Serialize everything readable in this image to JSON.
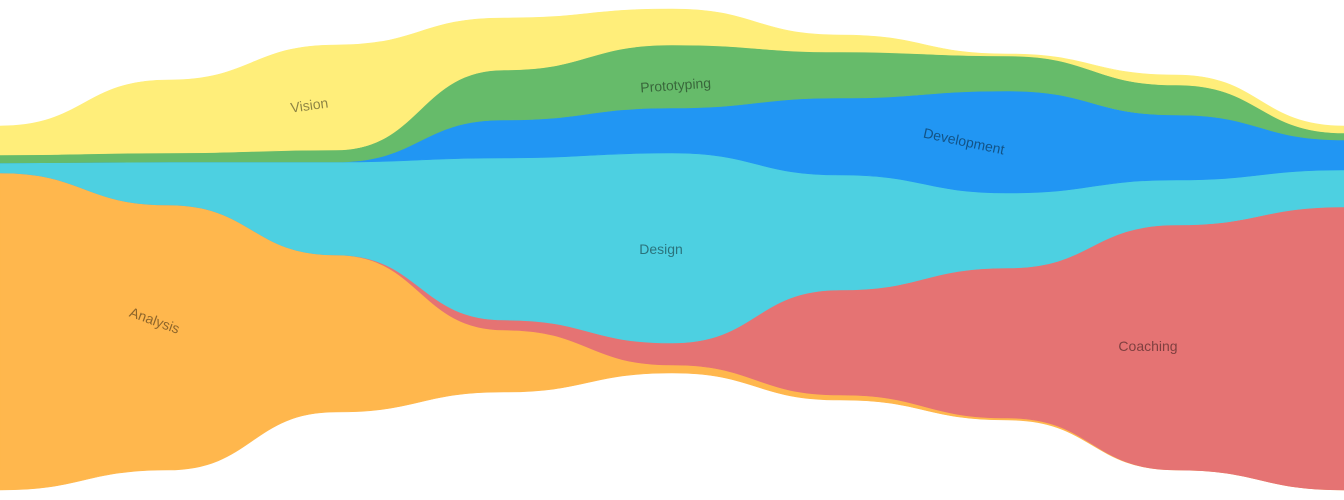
{
  "chart_data": {
    "type": "area",
    "subtype": "streamgraph",
    "title": "",
    "xlabel": "",
    "ylabel": "",
    "x": [
      0,
      1,
      2,
      3,
      4,
      5,
      6,
      7,
      8
    ],
    "baseline": [
      10,
      30,
      88,
      108,
      127,
      100,
      80,
      30,
      10
    ],
    "grid": false,
    "legend": "none",
    "series": [
      {
        "name": "Analysis",
        "color": "#FFB74D",
        "values": [
          317,
          265,
          157,
          62,
          8,
          5,
          2,
          0,
          0
        ]
      },
      {
        "name": "Coaching",
        "color": "#E57373",
        "values": [
          0,
          0,
          0,
          10,
          22,
          105,
          150,
          245,
          283
        ]
      },
      {
        "name": "Design",
        "color": "#4DD0E1",
        "values": [
          10,
          43,
          93,
          162,
          190,
          115,
          75,
          45,
          37
        ]
      },
      {
        "name": "Development",
        "color": "#2196F3",
        "values": [
          0,
          0,
          0,
          38,
          45,
          77,
          102,
          65,
          30
        ]
      },
      {
        "name": "Prototyping",
        "color": "#66BB6A",
        "values": [
          8,
          9,
          12,
          50,
          63,
          46,
          35,
          30,
          7
        ]
      },
      {
        "name": "Vision",
        "color": "#FFEE7A",
        "values": [
          29,
          73,
          105,
          52,
          36,
          17,
          2,
          10,
          7
        ]
      }
    ]
  }
}
